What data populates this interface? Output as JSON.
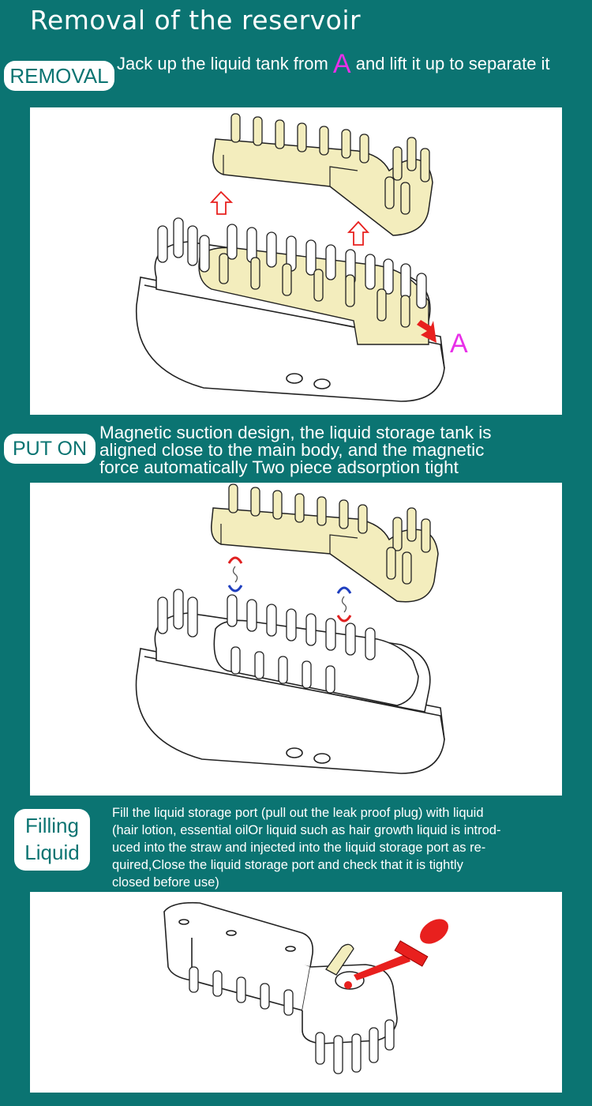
{
  "page": {
    "title": "Removal of the reservoir"
  },
  "sections": {
    "removal": {
      "label": "REMOVAL",
      "text_before": "Jack up the liquid tank from ",
      "highlight": "A",
      "text_after": " and lift it up to separate it",
      "callout": "A"
    },
    "put_on": {
      "label": "PUT ON",
      "line1": "Magnetic suction design, the liquid storage tank is",
      "line2": "aligned close to the main body, and the magnetic",
      "line3": "force automatically Two piece adsorption tight"
    },
    "filling": {
      "label_line1": "Filling",
      "label_line2": "Liquid",
      "line1": "Fill the liquid storage port (pull out the leak proof plug) with liquid",
      "line2": " (hair lotion, essential oilOr liquid such as hair growth liquid is introd-",
      "line3": "uced into the straw and injected into the liquid storage port as re-",
      "line4": "quired,Close the liquid storage port and check that it is tightly",
      "line5": "closed before use)"
    }
  },
  "colors": {
    "background": "#0b7472",
    "accent_magenta": "#e830e8",
    "tank_yellow": "#f3edbd",
    "arrow_red": "#e8201e",
    "magnet_red": "#e02020",
    "magnet_blue": "#1f3fbf"
  },
  "icons": {
    "up_arrow": "hollow-up-arrow-icon",
    "pointer": "red-pointer-arrow-icon",
    "magnet": "magnet-icon",
    "dropper": "dropper-icon"
  }
}
